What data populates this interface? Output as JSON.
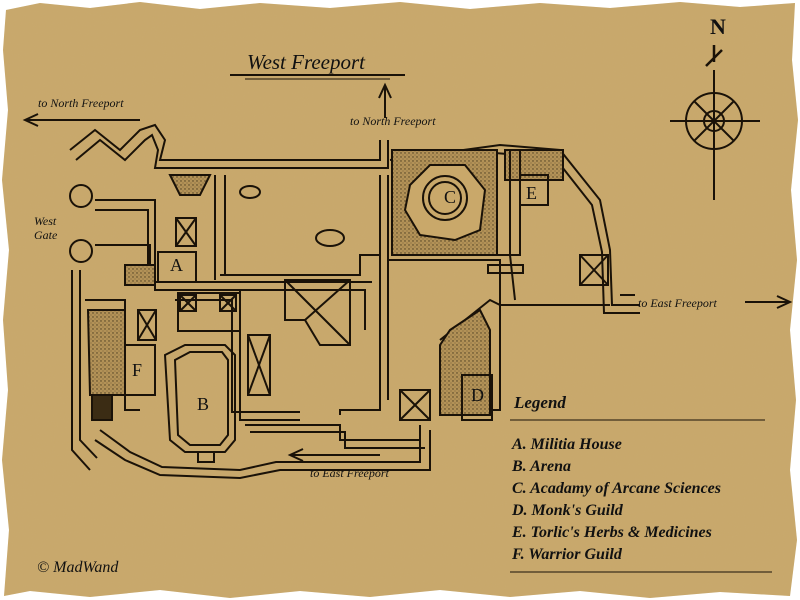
{
  "map": {
    "title": "West Freeport",
    "compass_label": "N",
    "directions": {
      "north_freeport_left": "to North Freeport",
      "north_freeport_mid": "to North Freeport",
      "east_freeport_right": "to East Freeport",
      "east_freeport_bottom": "to East Freeport",
      "west_gate": "West\nGate"
    },
    "building_letters": [
      "A",
      "B",
      "C",
      "D",
      "E",
      "F"
    ],
    "legend": {
      "title": "Legend",
      "items": [
        "A. Militia House",
        "B. Arena",
        "C. Acadamy of Arcane Sciences",
        "D. Monk's Guild",
        "E. Torlic's Herbs & Medicines",
        "F. Warrior Guild"
      ]
    },
    "copyright": "©  MadWand",
    "colors": {
      "parchment": "#c9a86a",
      "ink": "#1a1208",
      "torn_edge": "#ffffff"
    }
  }
}
